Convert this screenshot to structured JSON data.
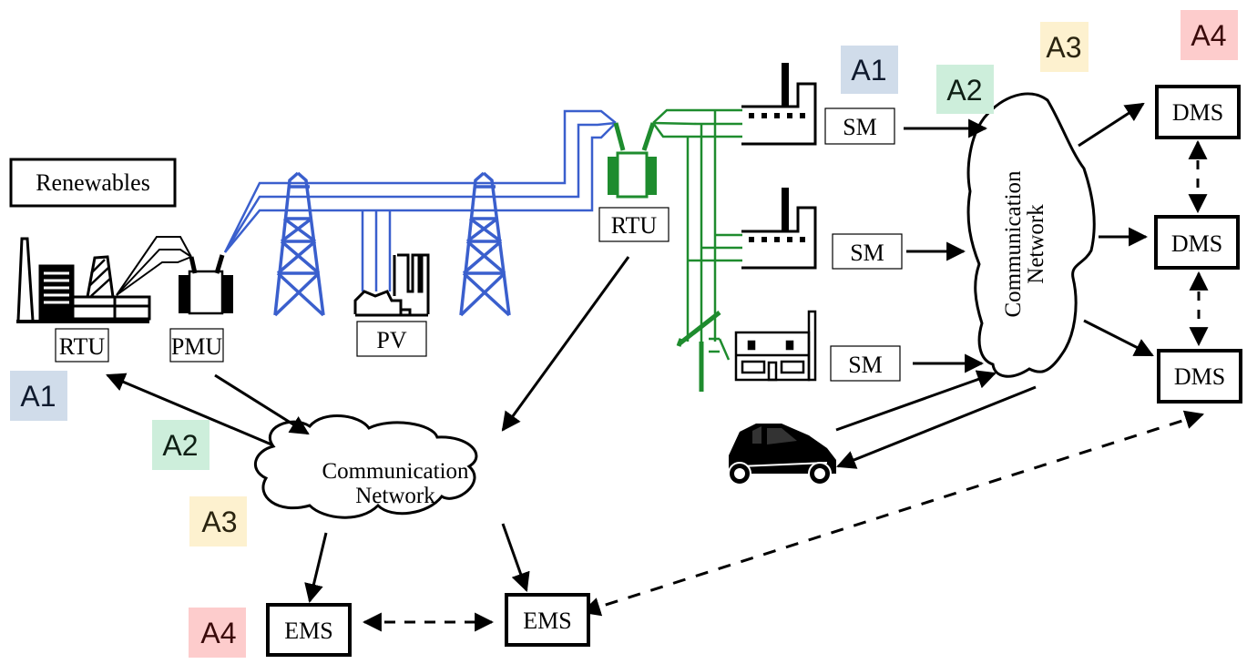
{
  "colors": {
    "transmission_line": "#3a5fcd",
    "distribution_line": "#1e8c2e",
    "ink": "#000000",
    "tag_A1_bg": "#d0dcea",
    "tag_A2_bg": "#cdeedb",
    "tag_A3_bg": "#fdf1cf",
    "tag_A4_bg": "#fdcccc",
    "tag_A1_fg": "#0f1a2e",
    "tag_A2_fg": "#0e1f14",
    "tag_A3_fg": "#2a2410",
    "tag_A4_fg": "#3a0a0a"
  },
  "labels": {
    "renewables": "Renewables",
    "rtu_plant": "RTU",
    "pmu": "PMU",
    "pv": "PV",
    "rtu_substation": "RTU",
    "sm_1": "SM",
    "sm_2": "SM",
    "sm_3": "SM",
    "dms_1": "DMS",
    "dms_2": "DMS",
    "dms_3": "DMS",
    "ems_1": "EMS",
    "ems_2": "EMS"
  },
  "clouds": {
    "left": {
      "line1": "Communication",
      "line2": "Network"
    },
    "right": {
      "line1": "Communication",
      "line2": "Network"
    }
  },
  "tags": {
    "left": [
      {
        "id": "A1",
        "text": "A1"
      },
      {
        "id": "A2",
        "text": "A2"
      },
      {
        "id": "A3",
        "text": "A3"
      },
      {
        "id": "A4",
        "text": "A4"
      }
    ],
    "right": [
      {
        "id": "A1",
        "text": "A1"
      },
      {
        "id": "A2",
        "text": "A2"
      },
      {
        "id": "A3",
        "text": "A3"
      },
      {
        "id": "A4",
        "text": "A4"
      }
    ]
  },
  "icons": {
    "power_plant": "power-plant-icon",
    "transformer_plant": "transformer-icon",
    "pylon": "transmission-tower-icon",
    "pv_factory": "pv-factory-icon",
    "transformer_substation": "transformer-icon",
    "factory": "factory-icon",
    "house": "house-icon",
    "pole": "utility-pole-icon",
    "car": "electric-car-icon"
  }
}
